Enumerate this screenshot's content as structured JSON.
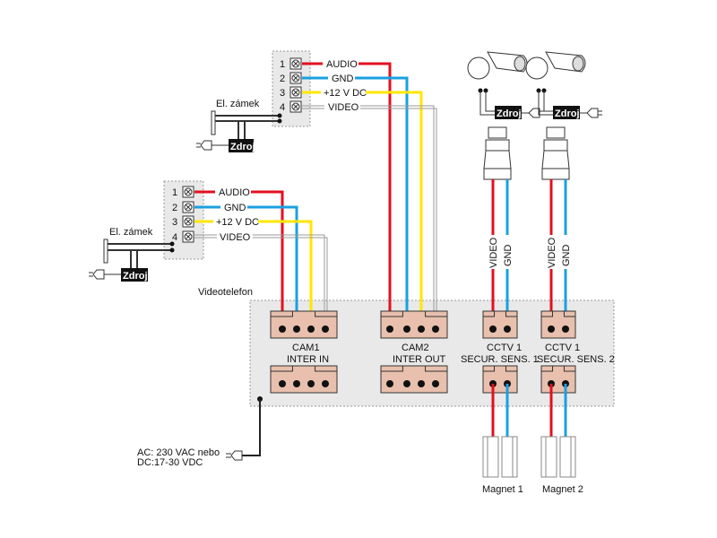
{
  "colors": {
    "audio": "#e3101f",
    "gnd": "#1aa0e0",
    "dc": "#ffe600",
    "video": "#9a9a9a",
    "connector": "#e8c0ad",
    "panel": "#e9e9e9"
  },
  "door_panel_1": {
    "terminals": [
      "1",
      "2",
      "3",
      "4"
    ],
    "signals": [
      "AUDIO",
      "GND",
      "+12 V DC",
      "VIDEO"
    ],
    "lock_label": "El. zámek",
    "power_label": "Zdroj"
  },
  "door_panel_2": {
    "terminals": [
      "1",
      "2",
      "3",
      "4"
    ],
    "signals": [
      "AUDIO",
      "GND",
      "+12 V DC",
      "VIDEO"
    ],
    "lock_label": "El. zámek",
    "power_label": "Zdroj"
  },
  "cameras": [
    {
      "power_label": "Zdroj",
      "wire_labels": [
        "VIDEO",
        "GND"
      ]
    },
    {
      "power_label": "Zdroj",
      "wire_labels": [
        "VIDEO",
        "GND"
      ]
    }
  ],
  "videotelefon": {
    "title": "Videotelefon",
    "connectors": [
      {
        "line1": "CAM1",
        "line2": "INTER IN"
      },
      {
        "line1": "CAM2",
        "line2": "INTER OUT"
      },
      {
        "line1": "CCTV 1",
        "line2": "SECUR. SENS. 1"
      },
      {
        "line1": "CCTV 1",
        "line2": "SECUR. SENS. 2"
      }
    ]
  },
  "magnets": [
    "Magnet 1",
    "Magnet 2"
  ],
  "power_supply": {
    "line1": "AC: 230 VAC nebo",
    "line2": "DC:17-30 VDC"
  }
}
